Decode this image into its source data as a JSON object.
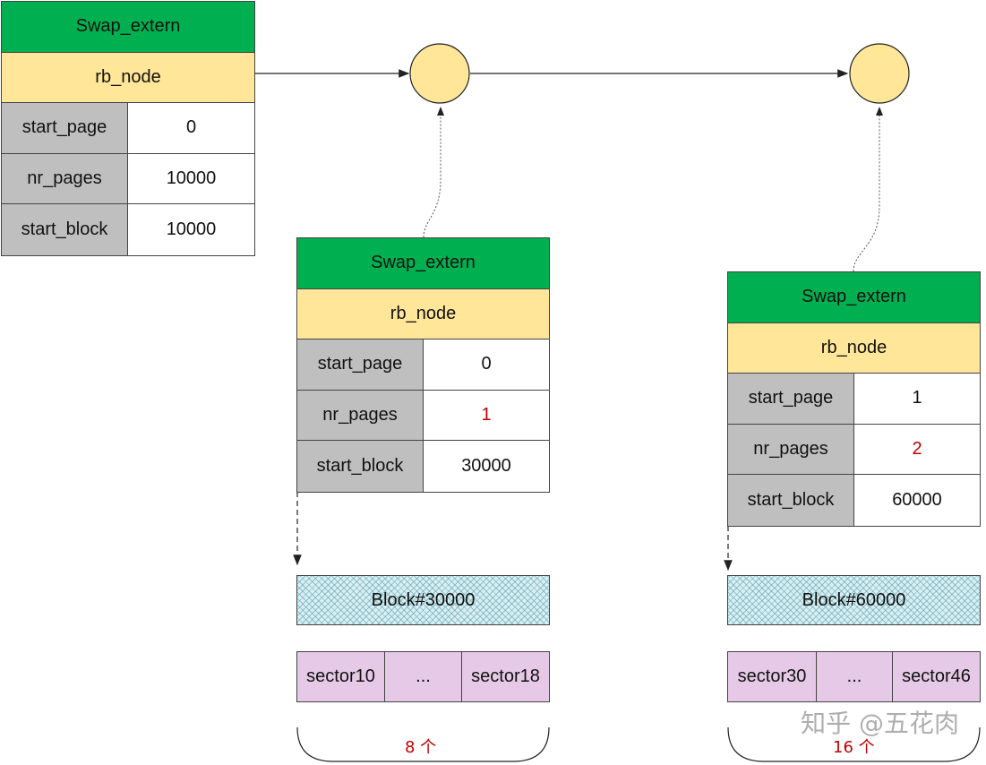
{
  "colors": {
    "header": "#00b050",
    "rb_node": "#ffe699",
    "field_name": "#bfbfbf",
    "node_circle": "#ffe699",
    "block": "#daeef3",
    "sector": "#e6c9e6",
    "highlight": "#c00000"
  },
  "root": {
    "title": "Swap_extern",
    "rb": "rb_node",
    "fields": [
      {
        "name": "start_page",
        "value": "0"
      },
      {
        "name": "nr_pages",
        "value": "10000"
      },
      {
        "name": "start_block",
        "value": "10000"
      }
    ]
  },
  "extent1": {
    "title": "Swap_extern",
    "rb": "rb_node",
    "fields": [
      {
        "name": "start_page",
        "value": "0"
      },
      {
        "name": "nr_pages",
        "value": "1"
      },
      {
        "name": "start_block",
        "value": "30000"
      }
    ],
    "block": "Block#30000",
    "sectors": [
      "sector10",
      "...",
      "sector18"
    ],
    "count": "8 个"
  },
  "extent2": {
    "title": "Swap_extern",
    "rb": "rb_node",
    "fields": [
      {
        "name": "start_page",
        "value": "1"
      },
      {
        "name": "nr_pages",
        "value": "2"
      },
      {
        "name": "start_block",
        "value": "60000"
      }
    ],
    "block": "Block#60000",
    "sectors": [
      "sector30",
      "...",
      "sector46"
    ],
    "count": "16 个"
  },
  "watermark": "知乎 @五花肉"
}
